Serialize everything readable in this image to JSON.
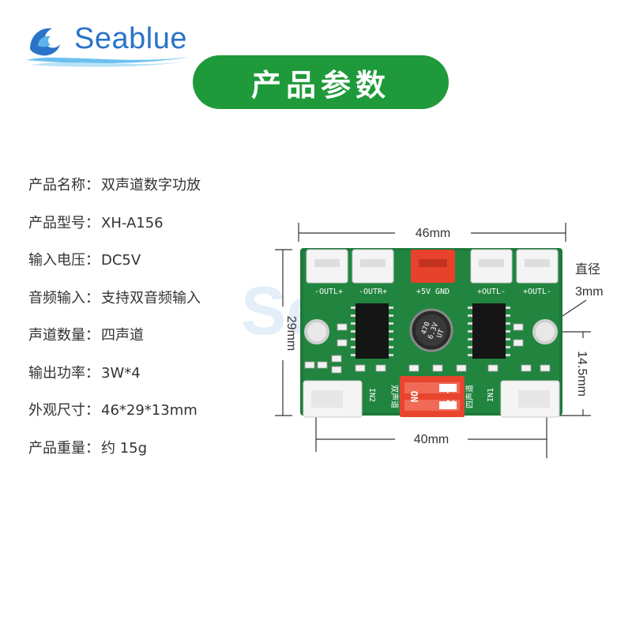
{
  "brand": {
    "name": "Seablue"
  },
  "banner": {
    "title": "产品参数"
  },
  "specs": [
    {
      "label": "产品名称：",
      "value": "双声道数字功放"
    },
    {
      "label": "产品型号：",
      "value": "XH-A156"
    },
    {
      "label": "输入电压：",
      "value": "DC5V"
    },
    {
      "label": "音频输入：",
      "value": "支持双音频输入"
    },
    {
      "label": "声道数量：",
      "value": "四声道"
    },
    {
      "label": "输出功率：",
      "value": "3W*4"
    },
    {
      "label": "外观尺寸：",
      "value": "46*29*13mm"
    },
    {
      "label": "产品重量：",
      "value": "约 15g"
    }
  ],
  "dimensions": {
    "width": "46mm",
    "height": "29mm",
    "hole_spacing": "40mm",
    "hole_offset": "14.5mm",
    "hole_label_1": "直径",
    "hole_label_2": "3mm"
  },
  "board": {
    "connectors_top": [
      "-OUTL+",
      "-OUTR+",
      "+5V GND",
      "+OUTL-",
      "+OUTL-"
    ],
    "input_left": "IN2",
    "input_right": "IN1",
    "switch_on": "ON",
    "switch_nums": "1  2",
    "switch_left_label": "双声道",
    "switch_right_label": "四声道",
    "cap_line1": "470",
    "cap_line2": "6.3V",
    "cap_line3": "UT"
  },
  "colors": {
    "banner_bg": "#1f9a3a",
    "pcb_green": "#1e7a3a",
    "connector_red": "#e8412c",
    "switch_red": "#e8452f",
    "brand_blue": "#2a73c9"
  },
  "icons": [
    "wave-logo-icon"
  ]
}
